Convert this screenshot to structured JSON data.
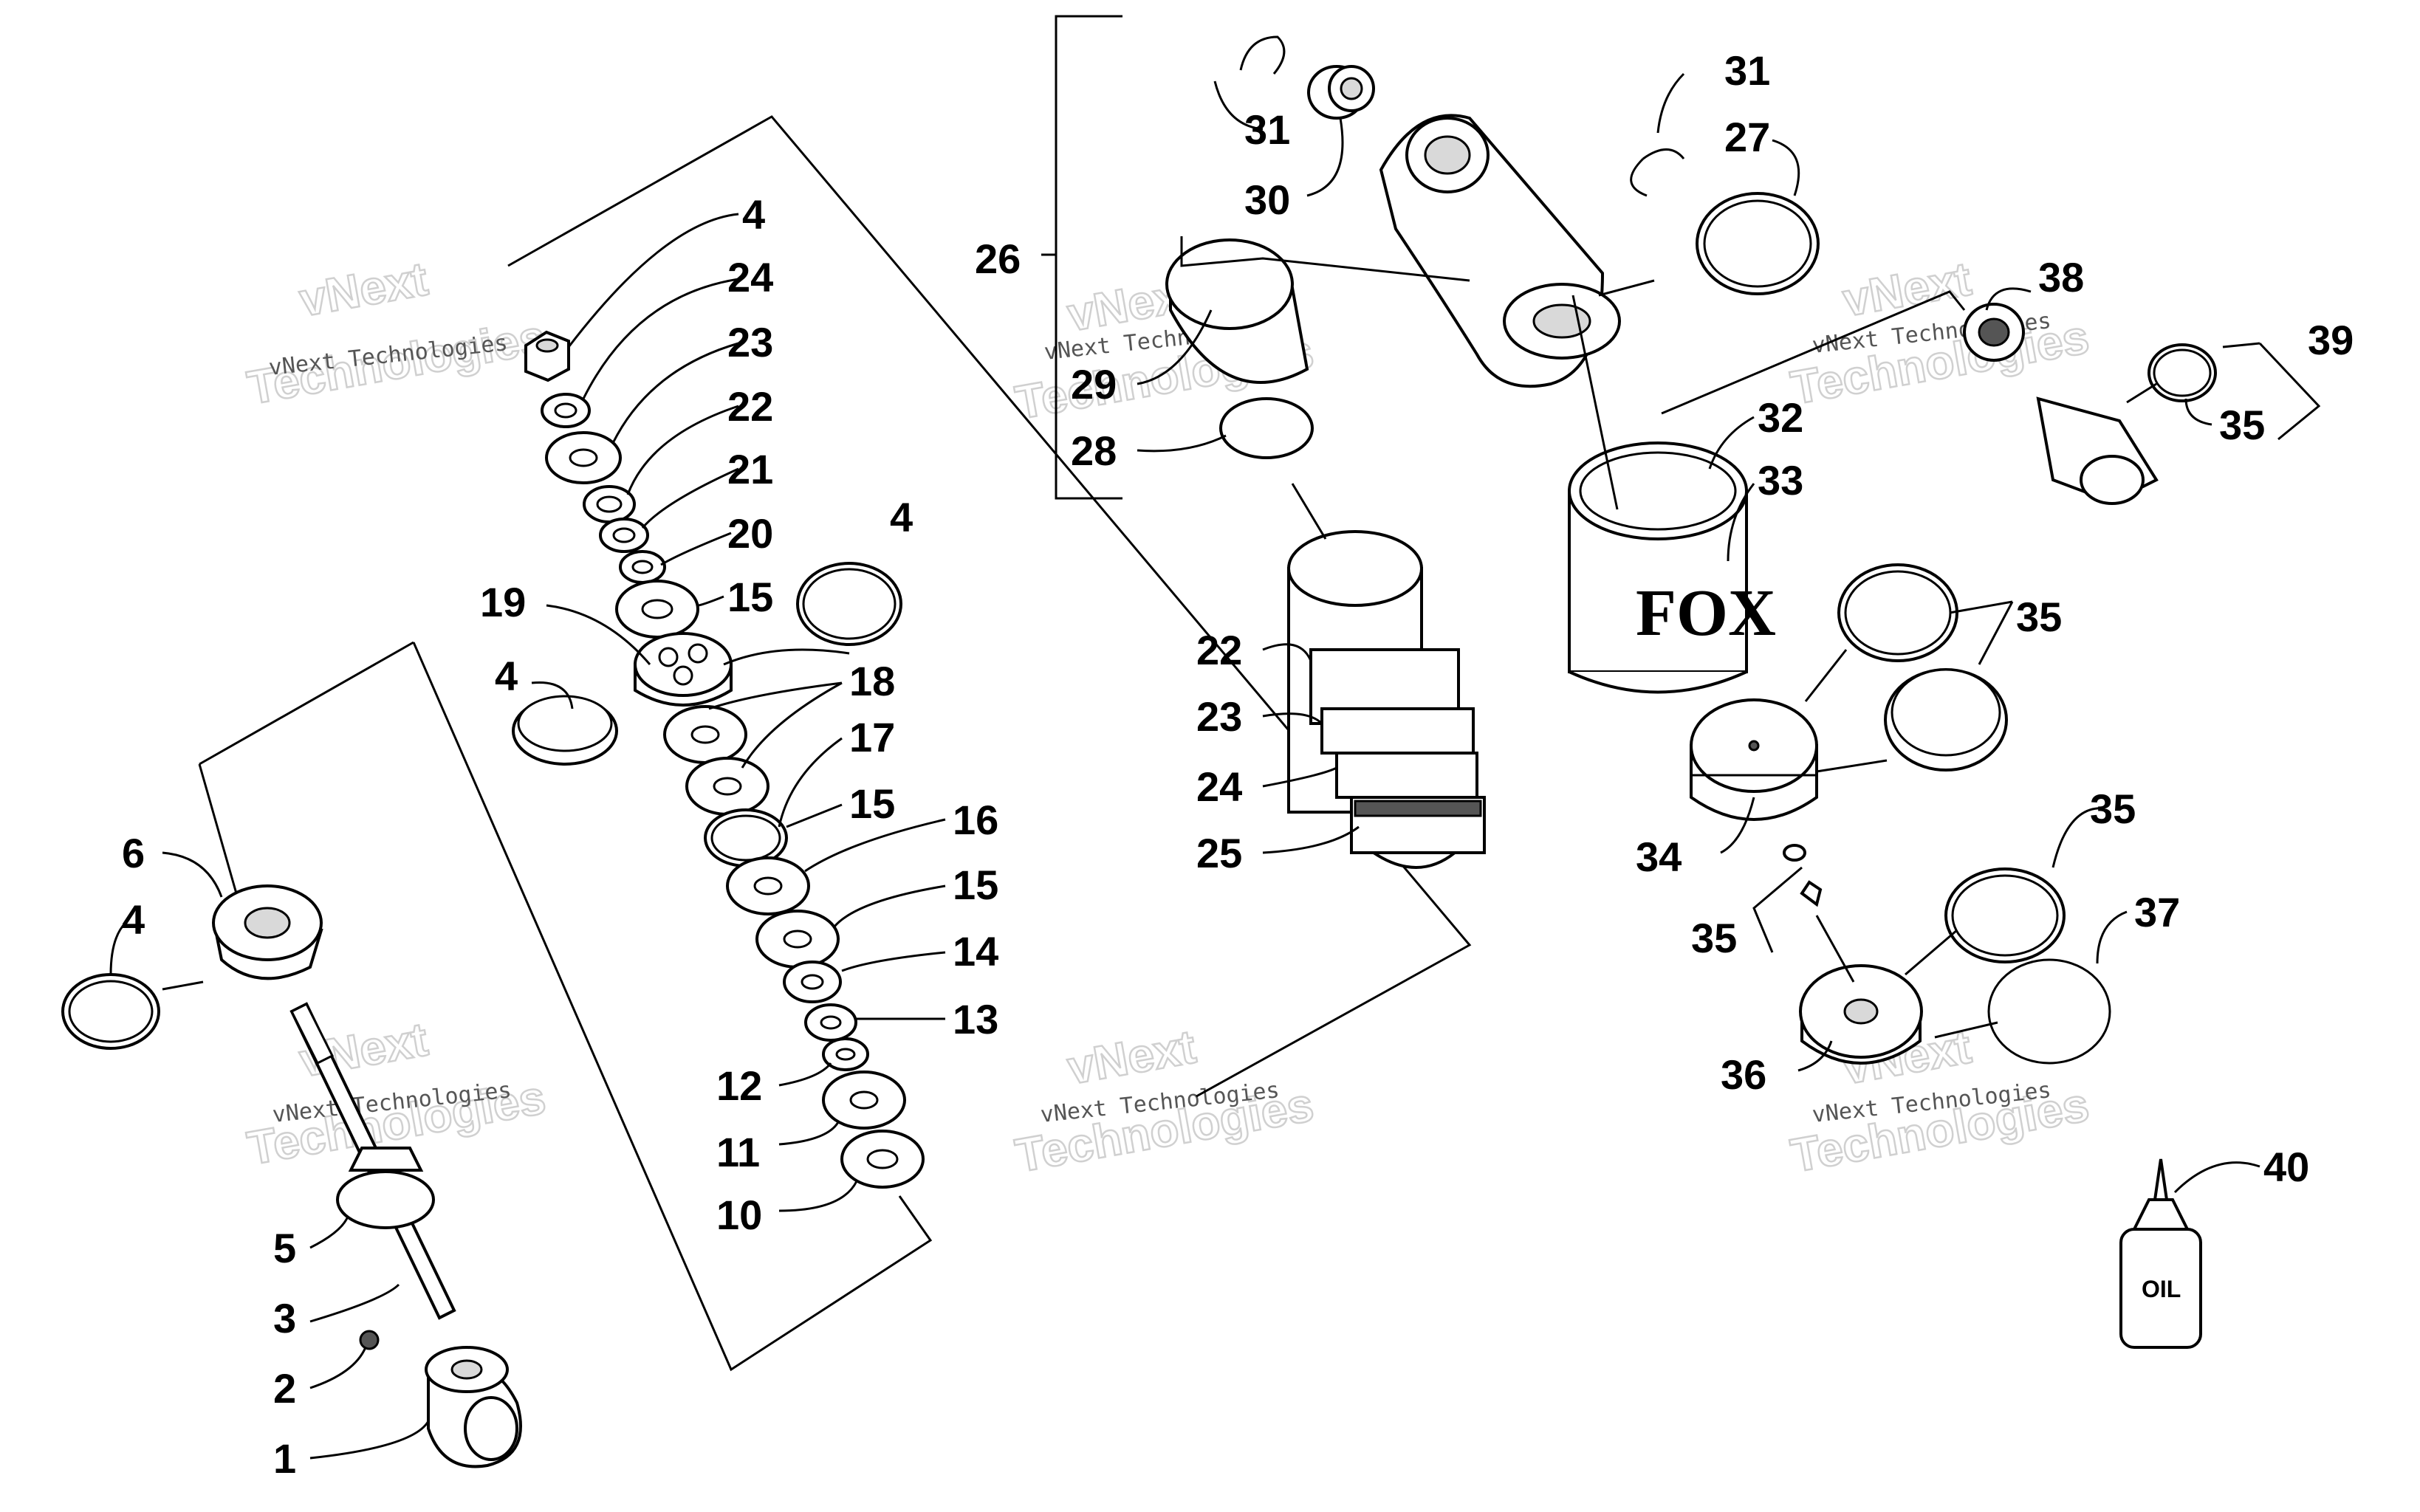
{
  "callouts": [
    {
      "id": "c4a",
      "text": "4"
    },
    {
      "id": "c24a",
      "text": "24"
    },
    {
      "id": "c23a",
      "text": "23"
    },
    {
      "id": "c22a",
      "text": "22"
    },
    {
      "id": "c21",
      "text": "21"
    },
    {
      "id": "c20",
      "text": "20"
    },
    {
      "id": "c15a",
      "text": "15"
    },
    {
      "id": "c19",
      "text": "19"
    },
    {
      "id": "c4b",
      "text": "4"
    },
    {
      "id": "c4c",
      "text": "4"
    },
    {
      "id": "c18",
      "text": "18"
    },
    {
      "id": "c17",
      "text": "17"
    },
    {
      "id": "c15b",
      "text": "15"
    },
    {
      "id": "c16",
      "text": "16"
    },
    {
      "id": "c15c",
      "text": "15"
    },
    {
      "id": "c14",
      "text": "14"
    },
    {
      "id": "c13",
      "text": "13"
    },
    {
      "id": "c12",
      "text": "12"
    },
    {
      "id": "c11",
      "text": "11"
    },
    {
      "id": "c10",
      "text": "10"
    },
    {
      "id": "c6",
      "text": "6"
    },
    {
      "id": "c4d",
      "text": "4"
    },
    {
      "id": "c5",
      "text": "5"
    },
    {
      "id": "c3",
      "text": "3"
    },
    {
      "id": "c2",
      "text": "2"
    },
    {
      "id": "c1",
      "text": "1"
    },
    {
      "id": "c26",
      "text": "26"
    },
    {
      "id": "c29",
      "text": "29"
    },
    {
      "id": "c28",
      "text": "28"
    },
    {
      "id": "c31a",
      "text": "31"
    },
    {
      "id": "c30",
      "text": "30"
    },
    {
      "id": "c31b",
      "text": "31"
    },
    {
      "id": "c27",
      "text": "27"
    },
    {
      "id": "c22b",
      "text": "22"
    },
    {
      "id": "c23b",
      "text": "23"
    },
    {
      "id": "c24b",
      "text": "24"
    },
    {
      "id": "c25",
      "text": "25"
    },
    {
      "id": "c32",
      "text": "32"
    },
    {
      "id": "c33",
      "text": "33"
    },
    {
      "id": "c38",
      "text": "38"
    },
    {
      "id": "c39",
      "text": "39"
    },
    {
      "id": "c35a",
      "text": "35"
    },
    {
      "id": "c35b",
      "text": "35"
    },
    {
      "id": "c34",
      "text": "34"
    },
    {
      "id": "c35c",
      "text": "35"
    },
    {
      "id": "c35d",
      "text": "35"
    },
    {
      "id": "c37",
      "text": "37"
    },
    {
      "id": "c36",
      "text": "36"
    },
    {
      "id": "c40",
      "text": "40"
    }
  ],
  "watermark": {
    "line1": "vNext Technologies",
    "line2": "vNext",
    "line3": "Technologies"
  },
  "labels": {
    "oil": "OIL",
    "fox_logo": "FOX"
  }
}
